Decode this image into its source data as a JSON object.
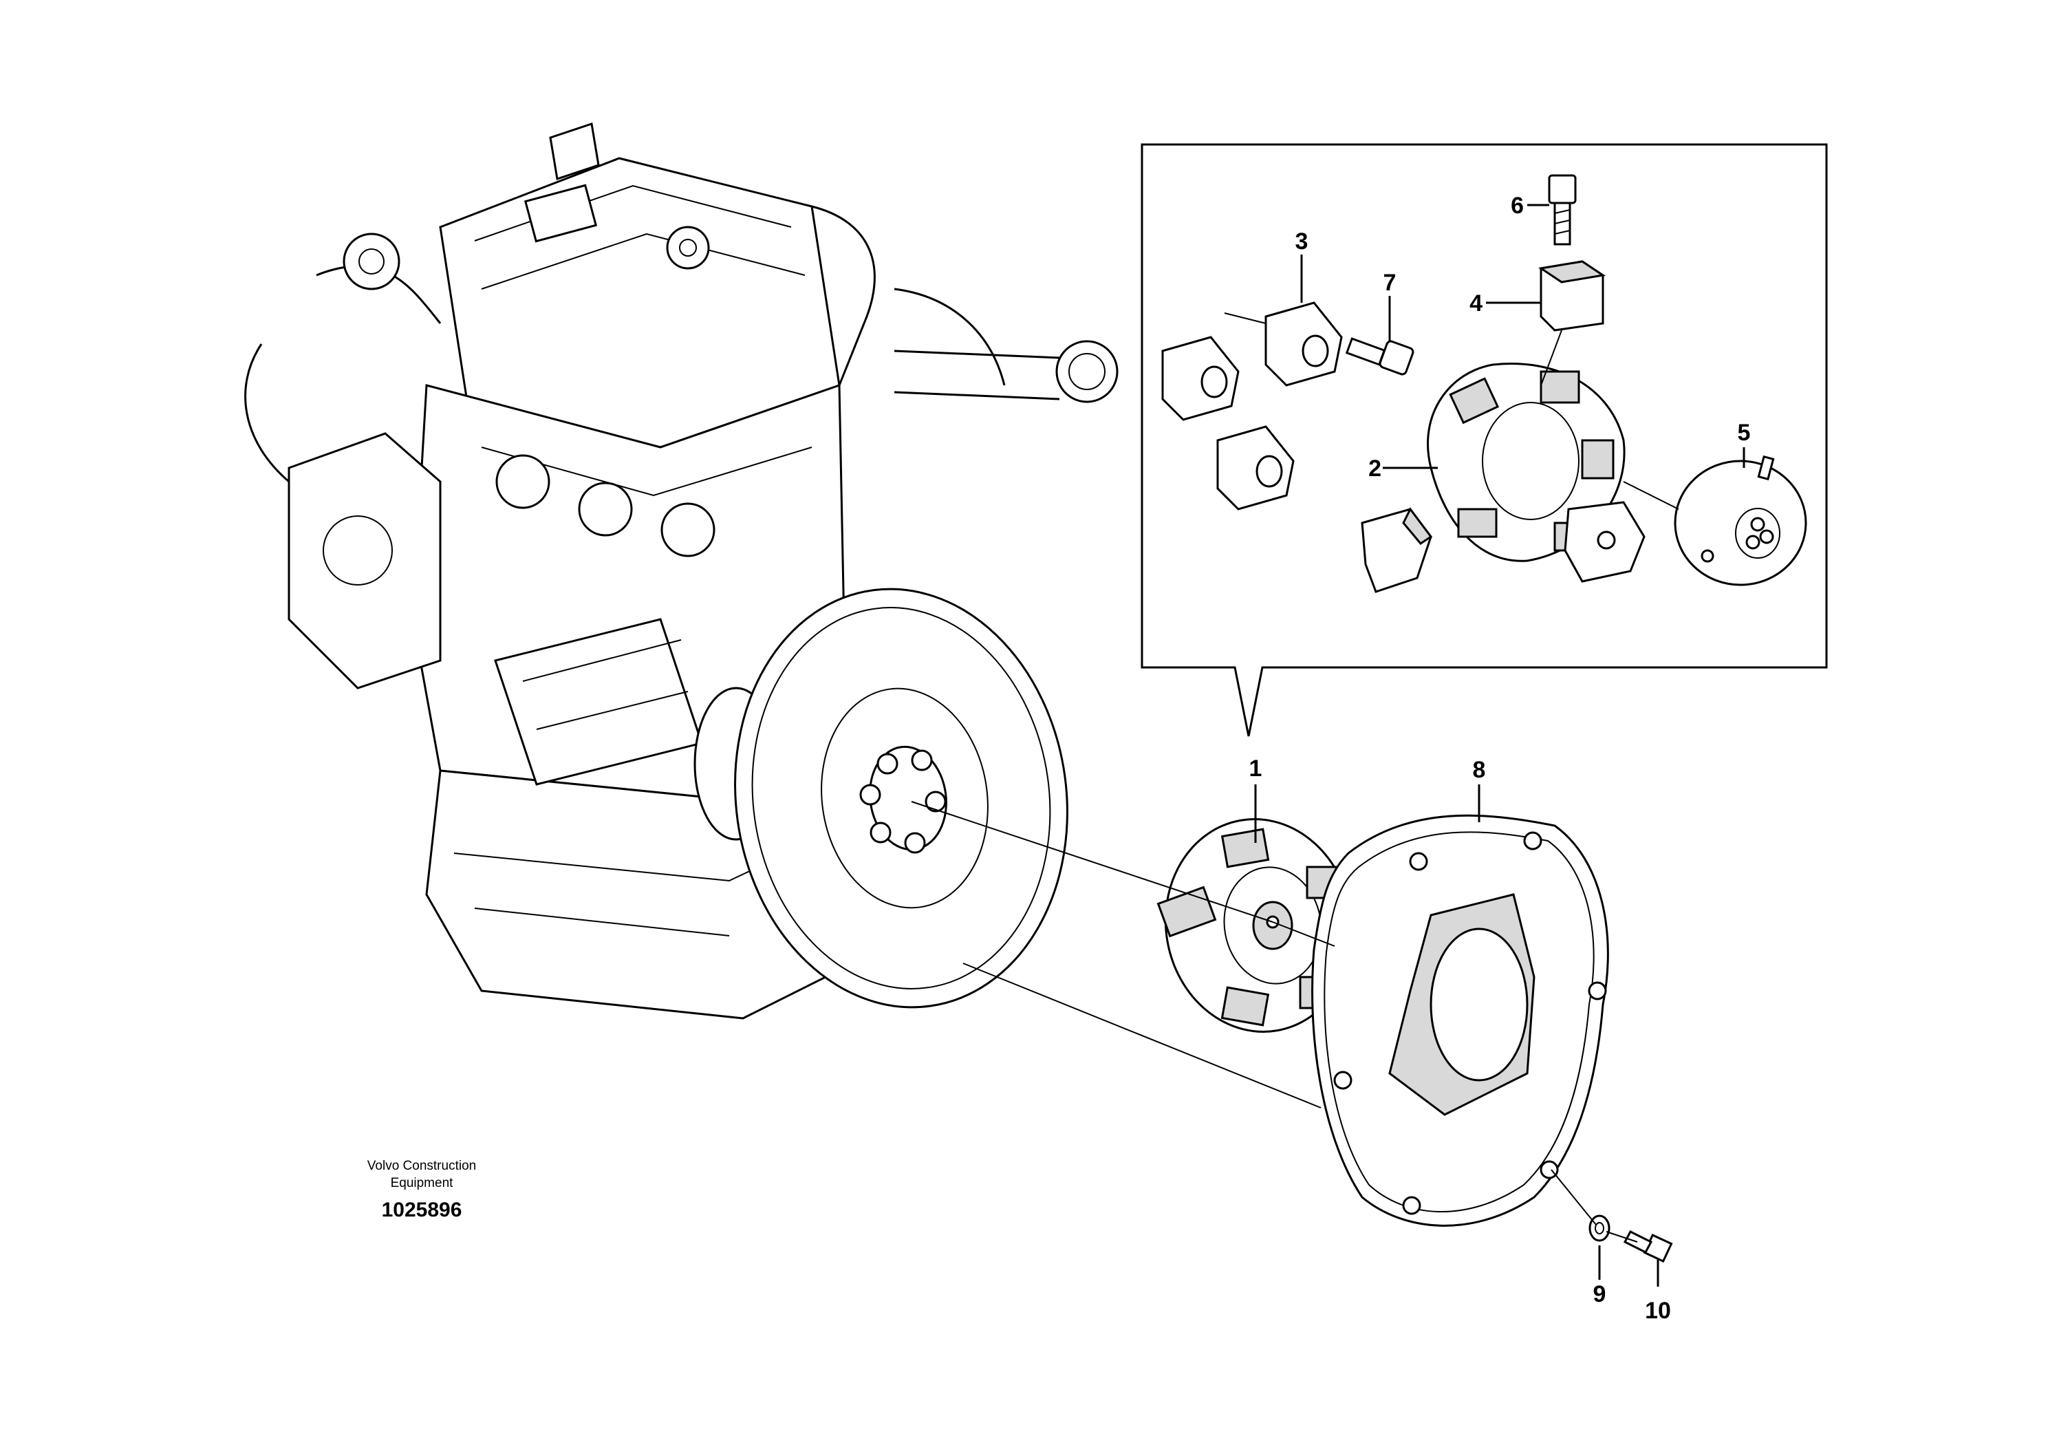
{
  "caption": {
    "company_line1": "Volvo Construction",
    "company_line2": "Equipment",
    "drawing_number": "1025896"
  },
  "callouts": {
    "c1": "1",
    "c2": "2",
    "c3": "3",
    "c4": "4",
    "c5": "5",
    "c6": "6",
    "c7": "7",
    "c8": "8",
    "c9": "9",
    "c10": "10"
  }
}
